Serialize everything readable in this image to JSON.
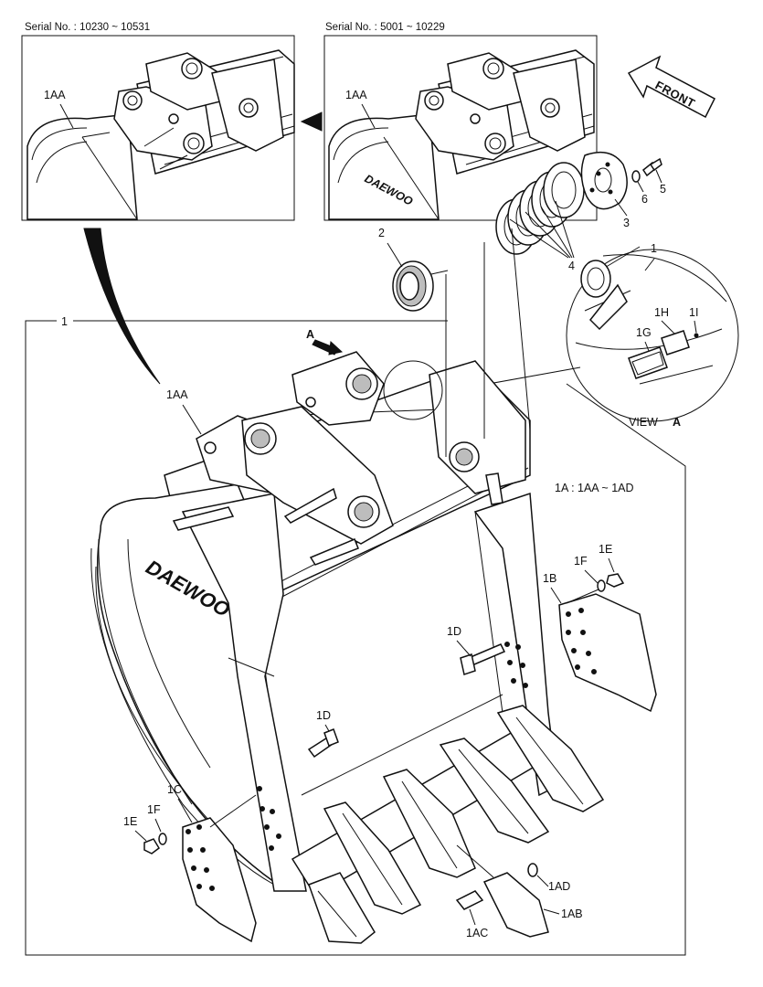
{
  "headers": {
    "serial_left": "Serial No. : 10230 ~ 10531",
    "serial_right": "Serial No. : 5001 ~ 10229"
  },
  "front_label": "FRONT",
  "view": {
    "prefix": "VIEW",
    "letter": "A",
    "arrow_letter": "A"
  },
  "brand": "DAEWOO",
  "callouts": {
    "main": "1",
    "inset_left_1AA": "1AA",
    "inset_right_1AA": "1AA",
    "main_1AA": "1AA",
    "p2": "2",
    "p3": "3",
    "p4": "4",
    "p5": "5",
    "p6": "6",
    "view_1": "1",
    "view_1H": "1H",
    "view_1I": "1I",
    "view_1G": "1G",
    "group": "1A : 1AA ~ 1AD",
    "r_1E": "1E",
    "r_1F": "1F",
    "r_1B": "1B",
    "r_1D": "1D",
    "l_1D": "1D",
    "l_1C": "1C",
    "l_1F": "1F",
    "l_1E": "1E",
    "t_1AD": "1AD",
    "t_1AB": "1AB",
    "t_1AC": "1AC"
  }
}
